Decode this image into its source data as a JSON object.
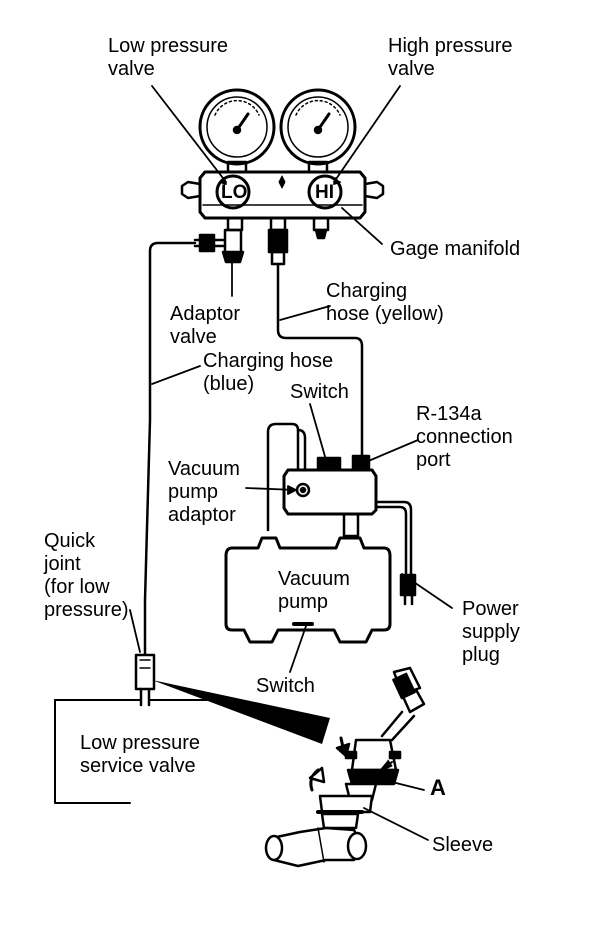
{
  "labels": {
    "low_pressure_valve": [
      "Low pressure",
      "valve"
    ],
    "high_pressure_valve": [
      "High pressure",
      "valve"
    ],
    "gage_manifold": [
      "Gage manifold"
    ],
    "charging_hose_yellow": [
      "Charging",
      "hose (yellow)"
    ],
    "adaptor_valve": [
      "Adaptor",
      "valve"
    ],
    "charging_hose_blue": [
      "Charging hose",
      "(blue)"
    ],
    "switch_top": [
      "Switch"
    ],
    "r134a_port": [
      "R-134a",
      "connection",
      "port"
    ],
    "vacuum_pump_adaptor": [
      "Vacuum",
      "pump",
      "adaptor"
    ],
    "vacuum_pump": [
      "Vacuum",
      "pump"
    ],
    "quick_joint": [
      "Quick",
      "joint",
      "(for low",
      "pressure)"
    ],
    "power_supply_plug": [
      "Power",
      "supply",
      "plug"
    ],
    "switch_bottom": [
      "Switch"
    ],
    "low_pressure_service_valve": [
      "Low pressure",
      "service valve"
    ],
    "marker_a": [
      "A"
    ],
    "sleeve": [
      "Sleeve"
    ]
  },
  "gauge_text": {
    "lo": "LO",
    "hi": "HI"
  },
  "colors": {
    "ink": "#000000",
    "paper": "#ffffff"
  }
}
